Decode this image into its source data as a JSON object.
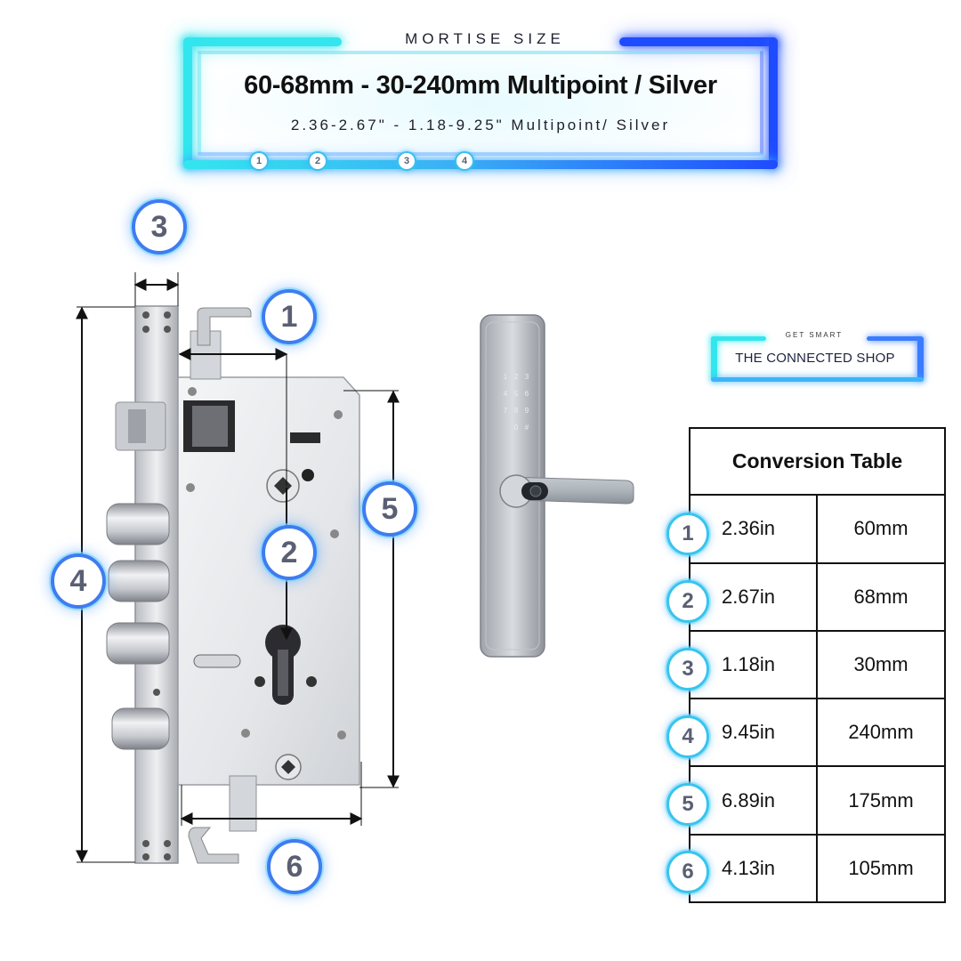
{
  "header": {
    "label": "MORTISE SIZE",
    "title": "60-68mm - 30-240mm Multipoint / Silver",
    "subtitle": "2.36-2.67\" - 1.18-9.25\" Multipoint/ Silver",
    "small_markers": [
      "1",
      "2",
      "3",
      "4"
    ]
  },
  "callouts": {
    "c1": "1",
    "c2": "2",
    "c3": "3",
    "c4": "4",
    "c5": "5",
    "c6": "6"
  },
  "brand": {
    "small_text": "GET SMART",
    "name": "THE CONNECTED SHOP"
  },
  "keypad": {
    "keys": [
      "1",
      "2",
      "3",
      "4",
      "5",
      "6",
      "7",
      "8",
      "9",
      "0",
      "#"
    ]
  },
  "conversion_table": {
    "title": "Conversion Table",
    "rows": [
      {
        "num": "1",
        "inches": "2.36in",
        "mm": "60mm"
      },
      {
        "num": "2",
        "inches": "2.67in",
        "mm": "68mm"
      },
      {
        "num": "3",
        "inches": "1.18in",
        "mm": "30mm"
      },
      {
        "num": "4",
        "inches": "9.45in",
        "mm": "240mm"
      },
      {
        "num": "5",
        "inches": "6.89in",
        "mm": "175mm"
      },
      {
        "num": "6",
        "inches": "4.13in",
        "mm": "105mm"
      }
    ]
  },
  "colors": {
    "cyan": "#33e6ee",
    "blue": "#1f4bff",
    "badge_ring": "#3f7cf0",
    "badge_text": "#5a5f73"
  }
}
